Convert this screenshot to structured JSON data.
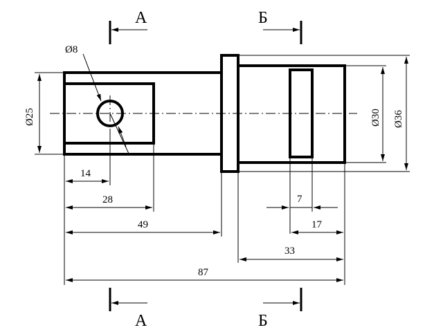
{
  "sections": {
    "a_top": "А",
    "b_top": "Б",
    "a_bottom": "А",
    "b_bottom": "Б"
  },
  "dims": {
    "d8": "Ø8",
    "d25": "Ø25",
    "d30": "Ø30",
    "d36": "Ø36",
    "l14": "14",
    "l28": "28",
    "l49": "49",
    "l7": "7",
    "l17": "17",
    "l33": "33",
    "l87": "87"
  }
}
